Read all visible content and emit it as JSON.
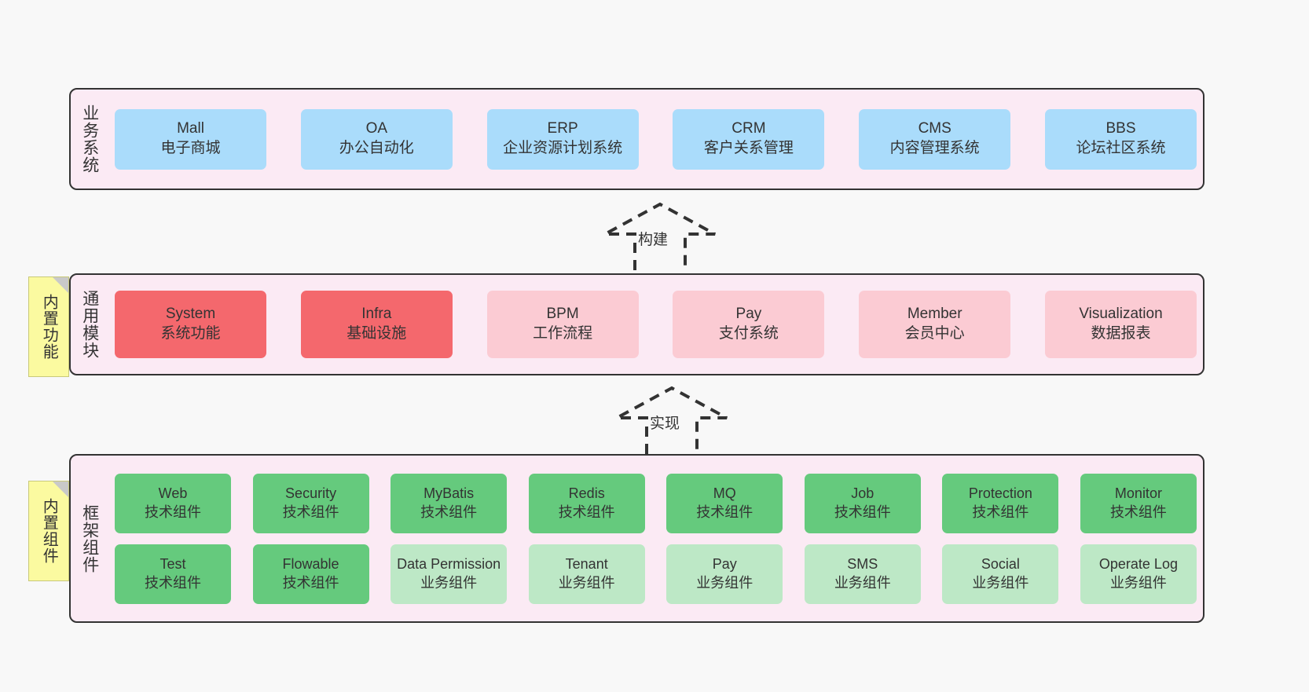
{
  "diagram": {
    "background_color": "#f8f8f8",
    "layer_fill": "#fbeaf4",
    "layer_border": "#333333"
  },
  "layers": [
    {
      "id": "business-system",
      "title": "业务系统",
      "card_color": "#aadcfb",
      "cards": [
        {
          "en": "Mall",
          "cn": "电子商城"
        },
        {
          "en": "OA",
          "cn": "办公自动化"
        },
        {
          "en": "ERP",
          "cn": "企业资源计划系统"
        },
        {
          "en": "CRM",
          "cn": "客户关系管理"
        },
        {
          "en": "CMS",
          "cn": "内容管理系统"
        },
        {
          "en": "BBS",
          "cn": "论坛社区系统"
        }
      ]
    },
    {
      "id": "common-module",
      "title": "通用模块",
      "note": "内置功能",
      "card_color_strong": "#f4686d",
      "card_color_soft": "#fbcbd3",
      "cards": [
        {
          "en": "System",
          "cn": "系统功能",
          "style": "strong"
        },
        {
          "en": "Infra",
          "cn": "基础设施",
          "style": "strong"
        },
        {
          "en": "BPM",
          "cn": "工作流程",
          "style": "soft"
        },
        {
          "en": "Pay",
          "cn": "支付系统",
          "style": "soft"
        },
        {
          "en": "Member",
          "cn": "会员中心",
          "style": "soft"
        },
        {
          "en": "Visualization",
          "cn": "数据报表",
          "style": "soft"
        }
      ]
    },
    {
      "id": "framework-component",
      "title": "框架组件",
      "note": "内置组件",
      "card_color_tech": "#65ca7d",
      "card_color_biz": "#bde8c6",
      "rows": [
        [
          {
            "en": "Web",
            "cn": "技术组件",
            "style": "tech"
          },
          {
            "en": "Security",
            "cn": "技术组件",
            "style": "tech"
          },
          {
            "en": "MyBatis",
            "cn": "技术组件",
            "style": "tech"
          },
          {
            "en": "Redis",
            "cn": "技术组件",
            "style": "tech"
          },
          {
            "en": "MQ",
            "cn": "技术组件",
            "style": "tech"
          },
          {
            "en": "Job",
            "cn": "技术组件",
            "style": "tech"
          },
          {
            "en": "Protection",
            "cn": "技术组件",
            "style": "tech"
          },
          {
            "en": "Monitor",
            "cn": "技术组件",
            "style": "tech"
          }
        ],
        [
          {
            "en": "Test",
            "cn": "技术组件",
            "style": "tech"
          },
          {
            "en": "Flowable",
            "cn": "技术组件",
            "style": "tech"
          },
          {
            "en": "Data Permission",
            "cn": "业务组件",
            "style": "biz"
          },
          {
            "en": "Tenant",
            "cn": "业务组件",
            "style": "biz"
          },
          {
            "en": "Pay",
            "cn": "业务组件",
            "style": "biz"
          },
          {
            "en": "SMS",
            "cn": "业务组件",
            "style": "biz"
          },
          {
            "en": "Social",
            "cn": "业务组件",
            "style": "biz"
          },
          {
            "en": "Operate Log",
            "cn": "业务组件",
            "style": "biz"
          }
        ]
      ]
    }
  ],
  "arrows": [
    {
      "id": "build",
      "label": "构建"
    },
    {
      "id": "implement",
      "label": "实现"
    }
  ]
}
